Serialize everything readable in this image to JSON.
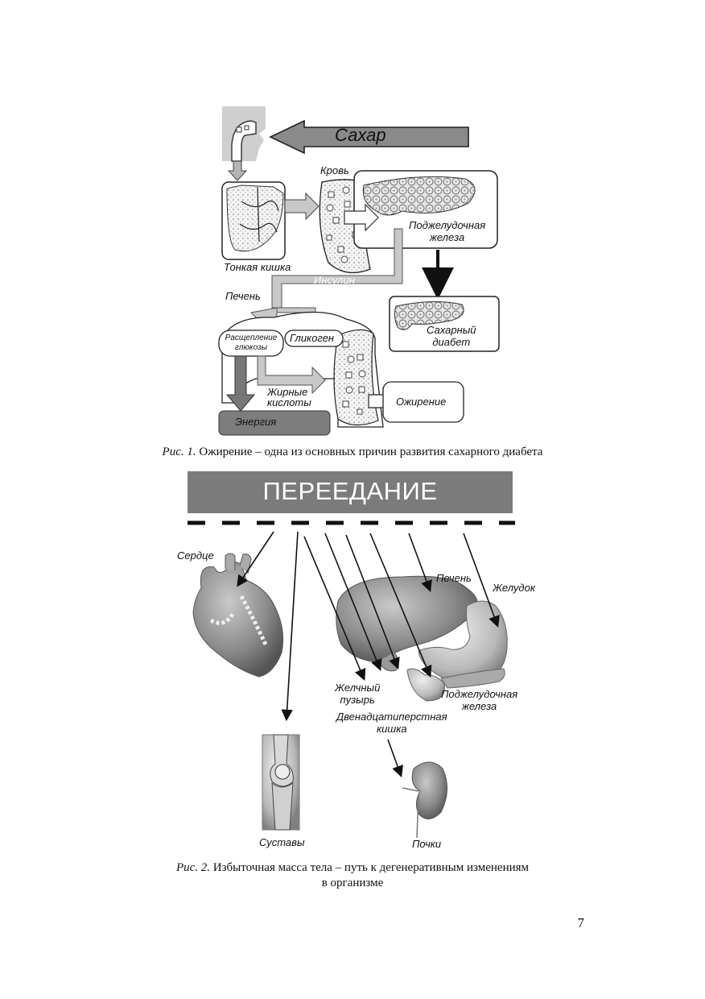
{
  "figure1": {
    "sugar_label": "Сахар",
    "blood_label": "Кровь",
    "small_intestine_label": "Тонкая кишка",
    "pancreas_label_line1": "Поджелудочная",
    "pancreas_label_line2": "железа",
    "insulin_label": "Инсулин",
    "liver_label": "Печень",
    "glucose_split_line1": "Расщепление",
    "glucose_split_line2": "глюкозы",
    "glycogen_label": "Гликоген",
    "diabetes_label_line1": "Сахарный",
    "diabetes_label_line2": "диабет",
    "fatty_acids_line1": "Жирные",
    "fatty_acids_line2": "кислоты",
    "obesity_label": "Ожирение",
    "energy_label": "Энергия",
    "caption_prefix": "Рис. 1.",
    "caption_text": " Ожирение – одна из основных причин развития сахарного диабета"
  },
  "figure2": {
    "banner_text": "ПЕРЕЕДАНИЕ",
    "heart_label": "Сердце",
    "liver_label": "Печень",
    "stomach_label": "Желудок",
    "gallbladder_line1": "Желчный",
    "gallbladder_line2": "пузырь",
    "duodenum_line1": "Двенадцатиперстная",
    "duodenum_line2": "кишка",
    "pancreas_line1": "Поджелудочная",
    "pancreas_line2": "железа",
    "joints_label": "Суставы",
    "kidneys_label": "Почки",
    "caption_prefix": "Рис. 2.",
    "caption_line1": " Избыточная масса тела – путь к дегенеративным изменениям",
    "caption_line2": "в организме"
  },
  "page_number": "7"
}
